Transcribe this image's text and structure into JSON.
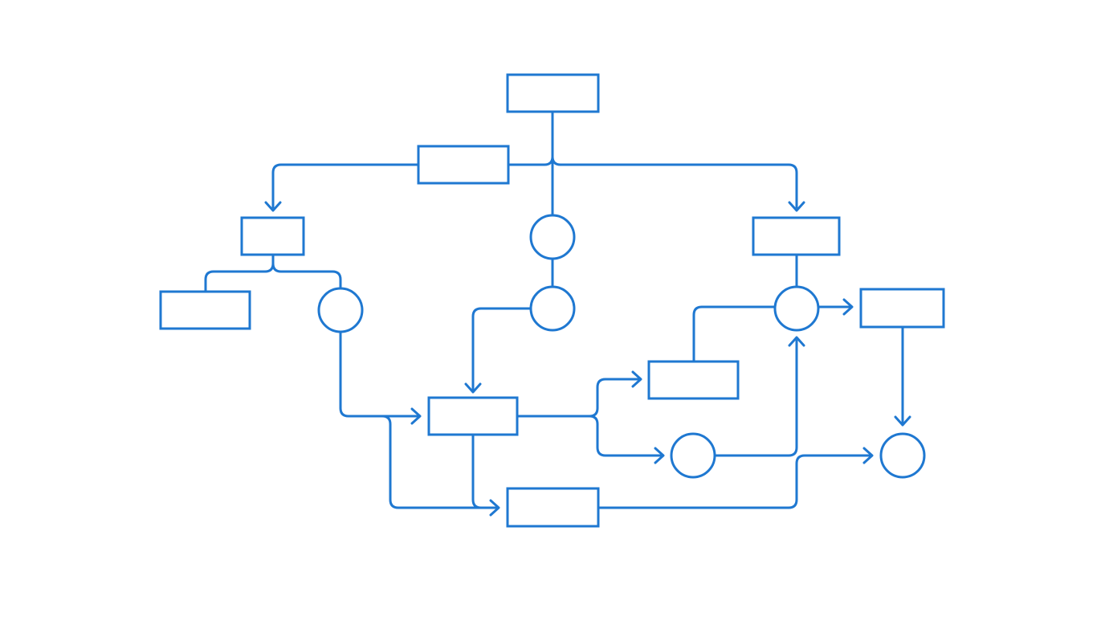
{
  "diagram": {
    "kind": "flowchart",
    "stroke_color": "#1f78d1",
    "background_color": "#ffffff",
    "labels_present": false,
    "node_count": 15,
    "connector_count": 18,
    "node_shapes": [
      "rectangle",
      "circle"
    ]
  }
}
